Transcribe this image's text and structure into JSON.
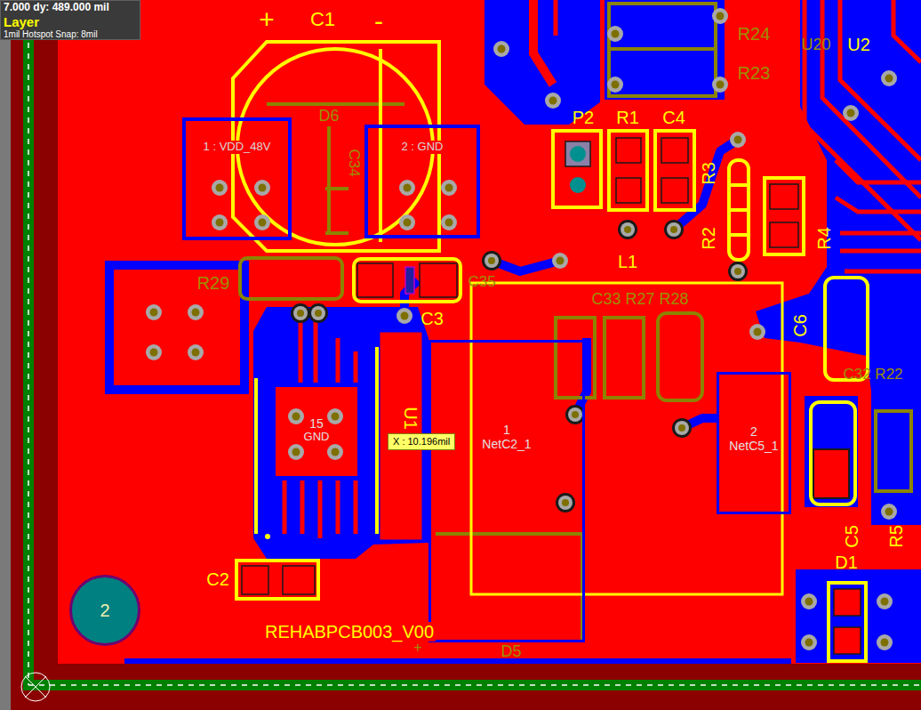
{
  "diagram": {
    "nodes": [
      {
        "text": [
          "7.000 dy: 489.000 mil",
          "Layer",
          "1mil Hotspot Snap: 8mil"
        ]
      },
      {
        "text": [
          "1 : VDD_48V"
        ]
      },
      {
        "text": [
          "2 : GND"
        ]
      },
      {
        "text": [
          "15",
          "GND"
        ]
      },
      {
        "text": [
          "X : 10.196mil"
        ]
      },
      {
        "text": [
          "1",
          "NetC2_1"
        ]
      },
      {
        "text": [
          "2",
          "NetC5_1"
        ]
      },
      {
        "text": [
          "2"
        ]
      }
    ],
    "labels": [
      "+",
      "C1",
      "-",
      "D6",
      "C34",
      "P2",
      "R1",
      "C4",
      "R24",
      "R23",
      "U20",
      "U2",
      "R3",
      "R2",
      "R4",
      "L1",
      "R29",
      "C35",
      "C3",
      "C33 R27 R28",
      "C6",
      "C32 R22",
      "U1",
      "C2",
      "REHABPCB003_V00",
      "+",
      "D5",
      "C5",
      "R5",
      "D1"
    ]
  }
}
